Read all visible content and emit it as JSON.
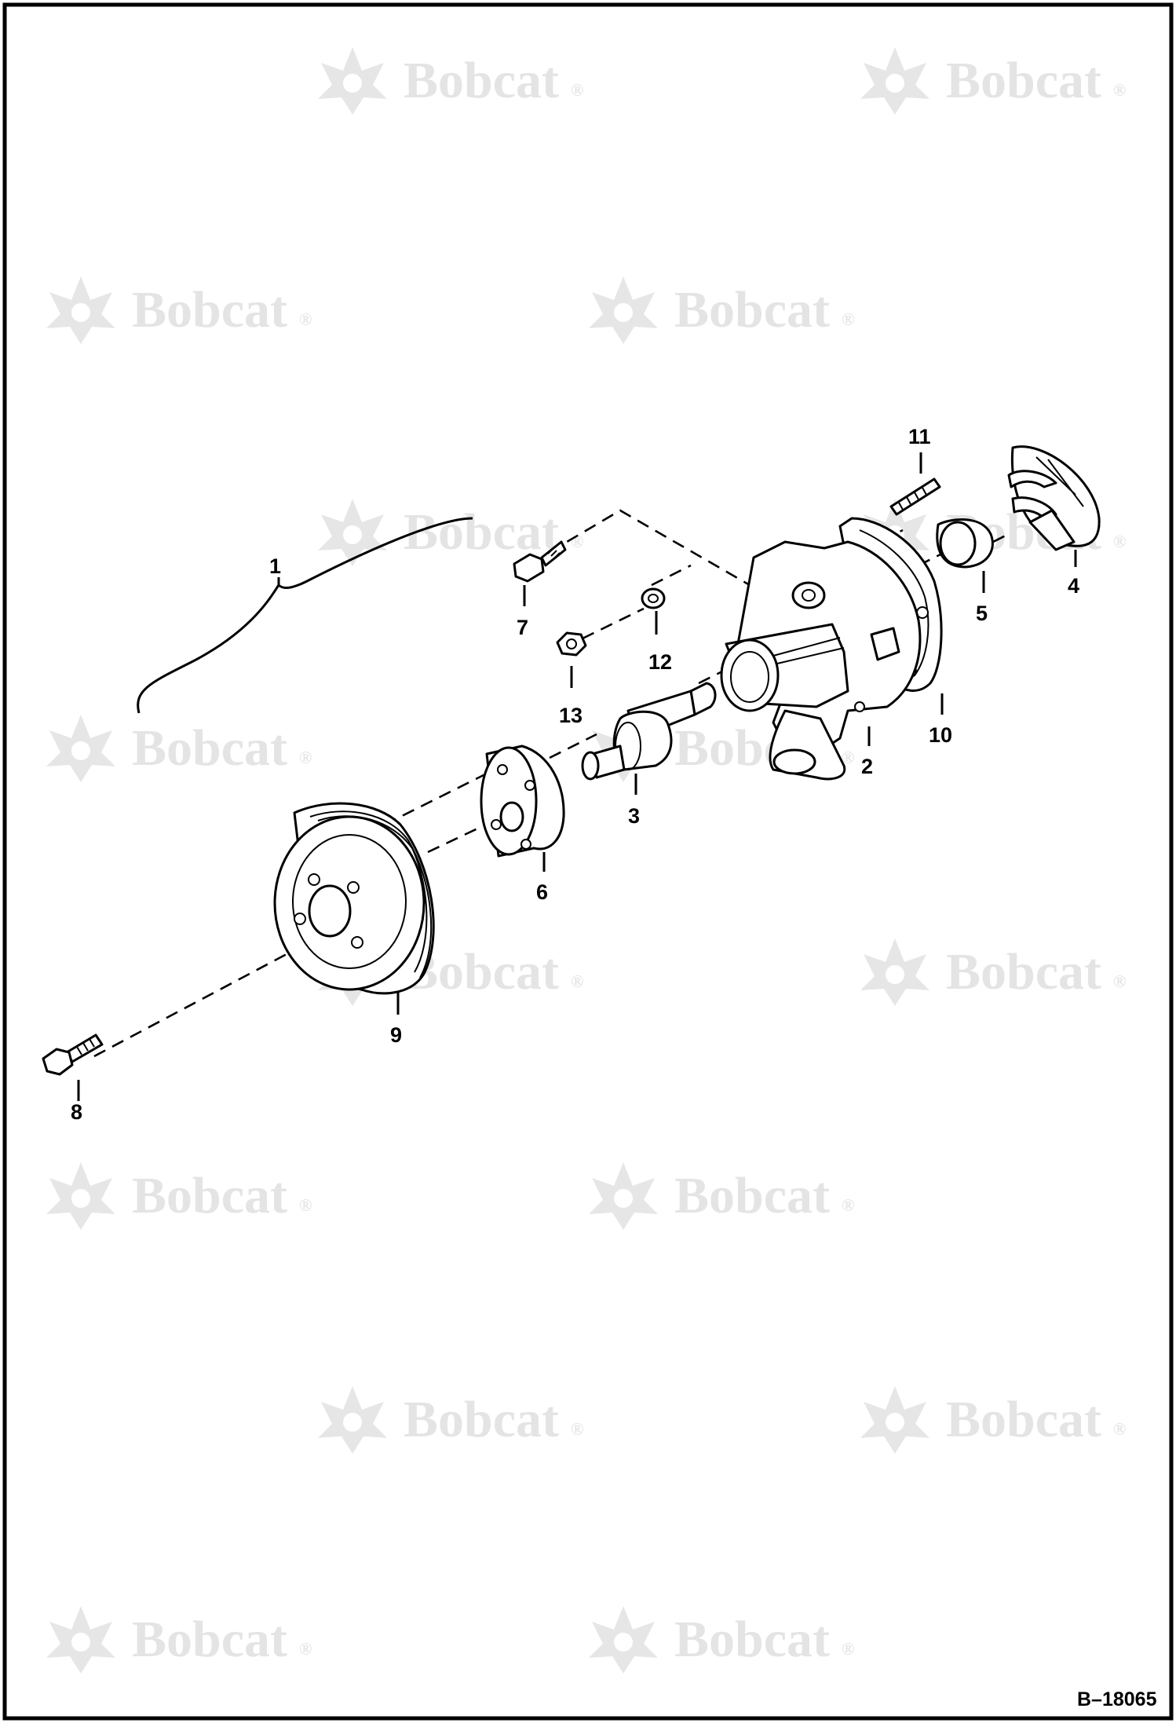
{
  "watermark": {
    "brand": "Bobcat",
    "mark": "®"
  },
  "callouts": {
    "c1": "1",
    "c2": "2",
    "c3": "3",
    "c4": "4",
    "c5": "5",
    "c6": "6",
    "c7": "7",
    "c8": "8",
    "c9": "9",
    "c10": "10",
    "c11": "11",
    "c12": "12",
    "c13": "13"
  },
  "figure_id": "B–18065"
}
